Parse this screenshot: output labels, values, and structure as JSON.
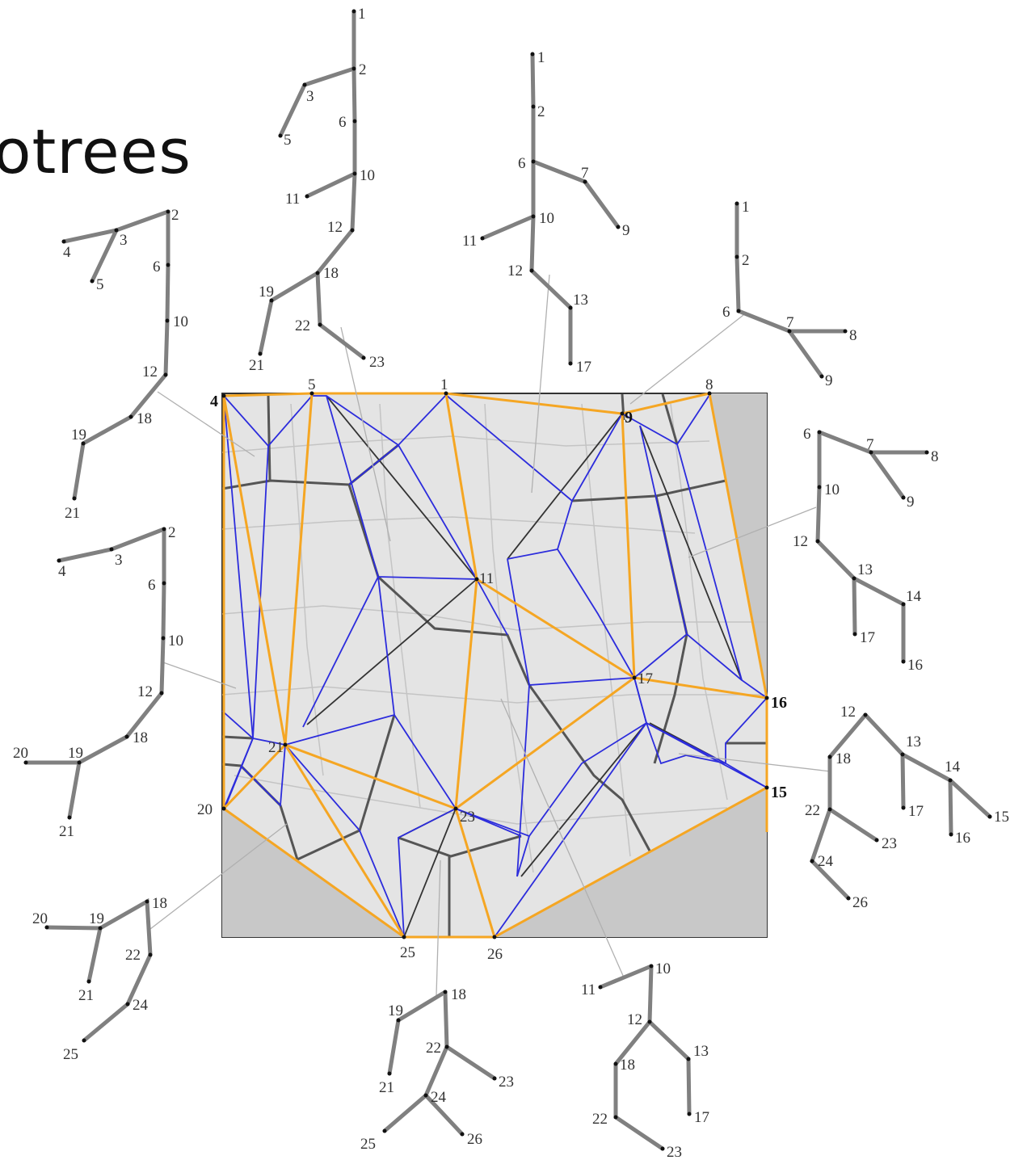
{
  "title": "otrees",
  "colors": {
    "crease_orange": "#f5a623",
    "crease_blue": "#2c2cdc",
    "ridge_dark": "#555555",
    "tree_gray": "#808080",
    "paper_fill": "#e4e4e4",
    "waste_fill": "#c8c8c8",
    "guide_gray": "#b0b0b0"
  },
  "crease_pattern_labels": [
    "1",
    "4",
    "5",
    "8",
    "9",
    "11",
    "15",
    "16",
    "17",
    "20",
    "21",
    "23",
    "25",
    "26"
  ],
  "subtrees": [
    {
      "id": "top-center",
      "labels": [
        "1",
        "2",
        "3",
        "5",
        "6",
        "10",
        "11",
        "12",
        "18",
        "19",
        "21",
        "22",
        "23"
      ]
    },
    {
      "id": "top-mid-right",
      "labels": [
        "1",
        "2",
        "6",
        "7",
        "9",
        "10",
        "11",
        "12",
        "13",
        "17"
      ]
    },
    {
      "id": "top-right",
      "labels": [
        "1",
        "2",
        "6",
        "7",
        "8",
        "9"
      ]
    },
    {
      "id": "upper-left",
      "labels": [
        "2",
        "3",
        "4",
        "5",
        "6",
        "10",
        "12",
        "18",
        "19",
        "21"
      ]
    },
    {
      "id": "mid-left",
      "labels": [
        "2",
        "3",
        "4",
        "6",
        "10",
        "12",
        "18",
        "19",
        "20",
        "21"
      ]
    },
    {
      "id": "right-upper",
      "labels": [
        "6",
        "7",
        "8",
        "9",
        "10",
        "12",
        "13",
        "14",
        "16",
        "17"
      ]
    },
    {
      "id": "right-lower",
      "labels": [
        "12",
        "13",
        "14",
        "15",
        "16",
        "17",
        "18",
        "22",
        "23",
        "24",
        "26"
      ]
    },
    {
      "id": "lower-left",
      "labels": [
        "18",
        "19",
        "20",
        "21",
        "22",
        "24",
        "25"
      ]
    },
    {
      "id": "bottom-center",
      "labels": [
        "18",
        "19",
        "21",
        "22",
        "23",
        "24",
        "25",
        "26"
      ]
    },
    {
      "id": "bottom-right",
      "labels": [
        "10",
        "11",
        "12",
        "13",
        "17",
        "18",
        "22",
        "23"
      ]
    }
  ]
}
